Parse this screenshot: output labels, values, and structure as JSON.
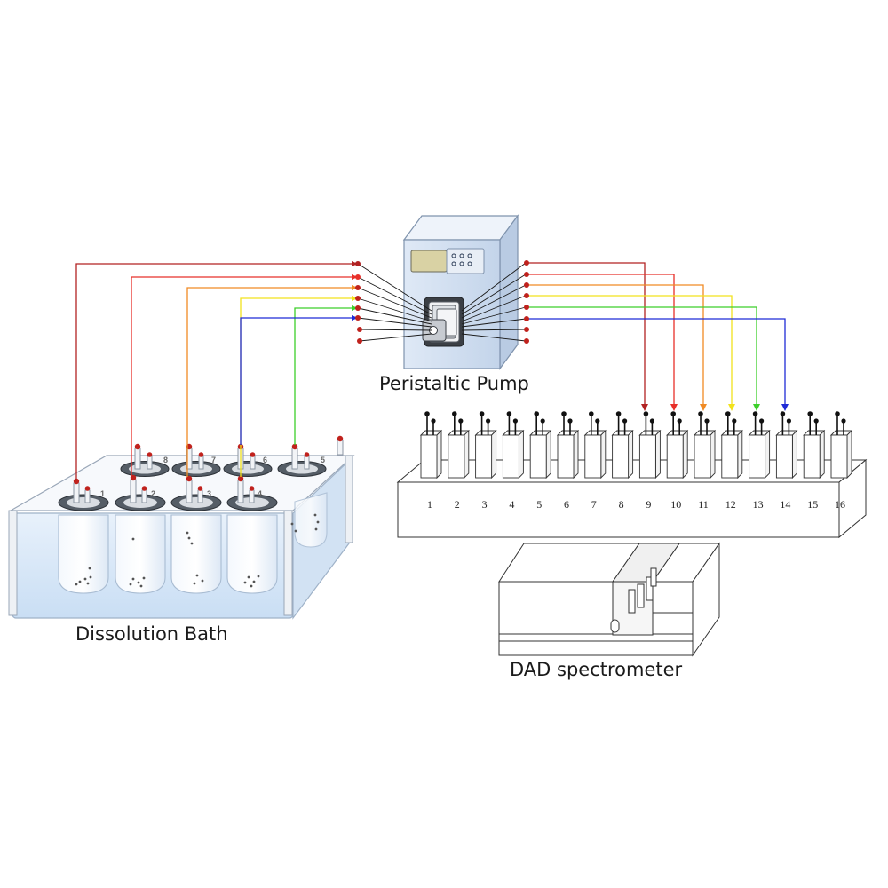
{
  "labels": {
    "bath": "Dissolution Bath",
    "pump": "Peristaltic Pump",
    "spectrometer": "DAD spectrometer"
  },
  "bath": {
    "vessel_numbers": [
      "1",
      "2",
      "3",
      "4",
      "5",
      "6",
      "7",
      "8"
    ]
  },
  "cell_changer": {
    "positions": [
      "1",
      "2",
      "3",
      "4",
      "5",
      "6",
      "7",
      "8",
      "9",
      "10",
      "11",
      "12",
      "13",
      "14",
      "15",
      "16"
    ]
  },
  "lines": [
    {
      "color": "#b22222",
      "from_vessel": "1",
      "to_position": "9"
    },
    {
      "color": "#e8302a",
      "from_vessel": "2",
      "to_position": "10"
    },
    {
      "color": "#f08a24",
      "from_vessel": "3",
      "to_position": "11"
    },
    {
      "color": "#f2e21c",
      "from_vessel": "4",
      "to_position": "12"
    },
    {
      "color": "#3ccf2a",
      "from_vessel": "5",
      "to_position": "13"
    },
    {
      "color": "#1f2bd6",
      "from_vessel": "6",
      "to_position": "14"
    }
  ]
}
